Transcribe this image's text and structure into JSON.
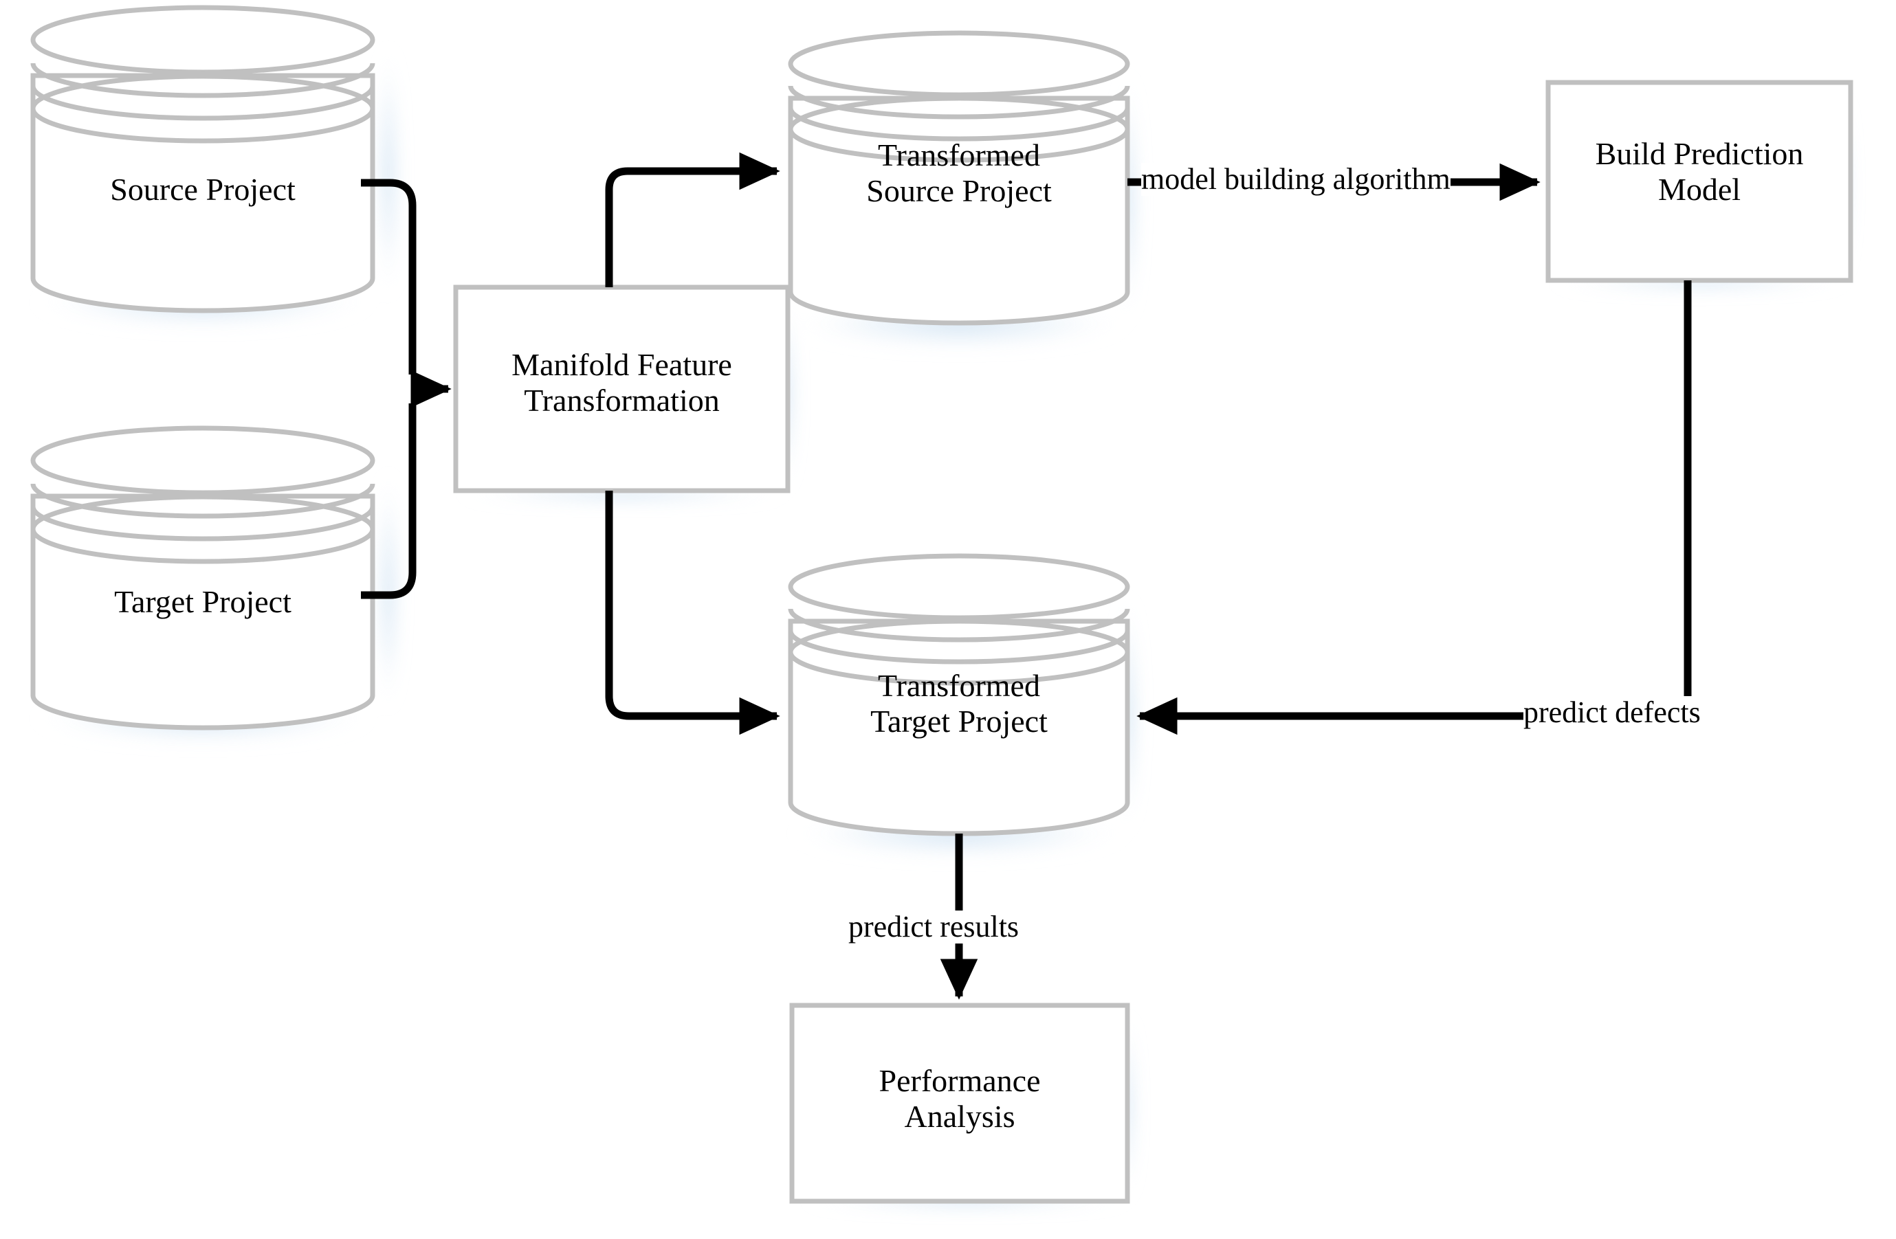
{
  "diagram": {
    "title": "Manifold Feature Transformation cross-project defect prediction workflow",
    "background_color": "#ffffff",
    "shape_stroke_color": "#c0c0c0",
    "shape_fill_color": "#ffffff",
    "glow_color": "#c5dcf0",
    "connector_color": "#000000",
    "text_color": "#000000"
  },
  "nodes": {
    "source_project": {
      "label": "Source Project",
      "shape": "cylinder"
    },
    "target_project": {
      "label": "Target Project",
      "shape": "cylinder"
    },
    "manifold_feature_transformation": {
      "label": "Manifold Feature\nTransformation",
      "shape": "rectangle"
    },
    "transformed_source_project": {
      "label": "Transformed\nSource Project",
      "shape": "cylinder"
    },
    "transformed_target_project": {
      "label": "Transformed\nTarget Project",
      "shape": "cylinder"
    },
    "build_prediction_model": {
      "label": "Build Prediction\nModel",
      "shape": "rectangle"
    },
    "performance_analysis": {
      "label": "Performance\nAnalysis",
      "shape": "rectangle"
    }
  },
  "edges": {
    "model_building_algorithm": {
      "label": "model building algorithm",
      "from": "transformed_source_project",
      "to": "build_prediction_model"
    },
    "predict_defects": {
      "label": "predict defects",
      "from": "build_prediction_model",
      "to": "transformed_target_project"
    },
    "predict_results": {
      "label": "predict results",
      "from": "transformed_target_project",
      "to": "performance_analysis"
    }
  }
}
